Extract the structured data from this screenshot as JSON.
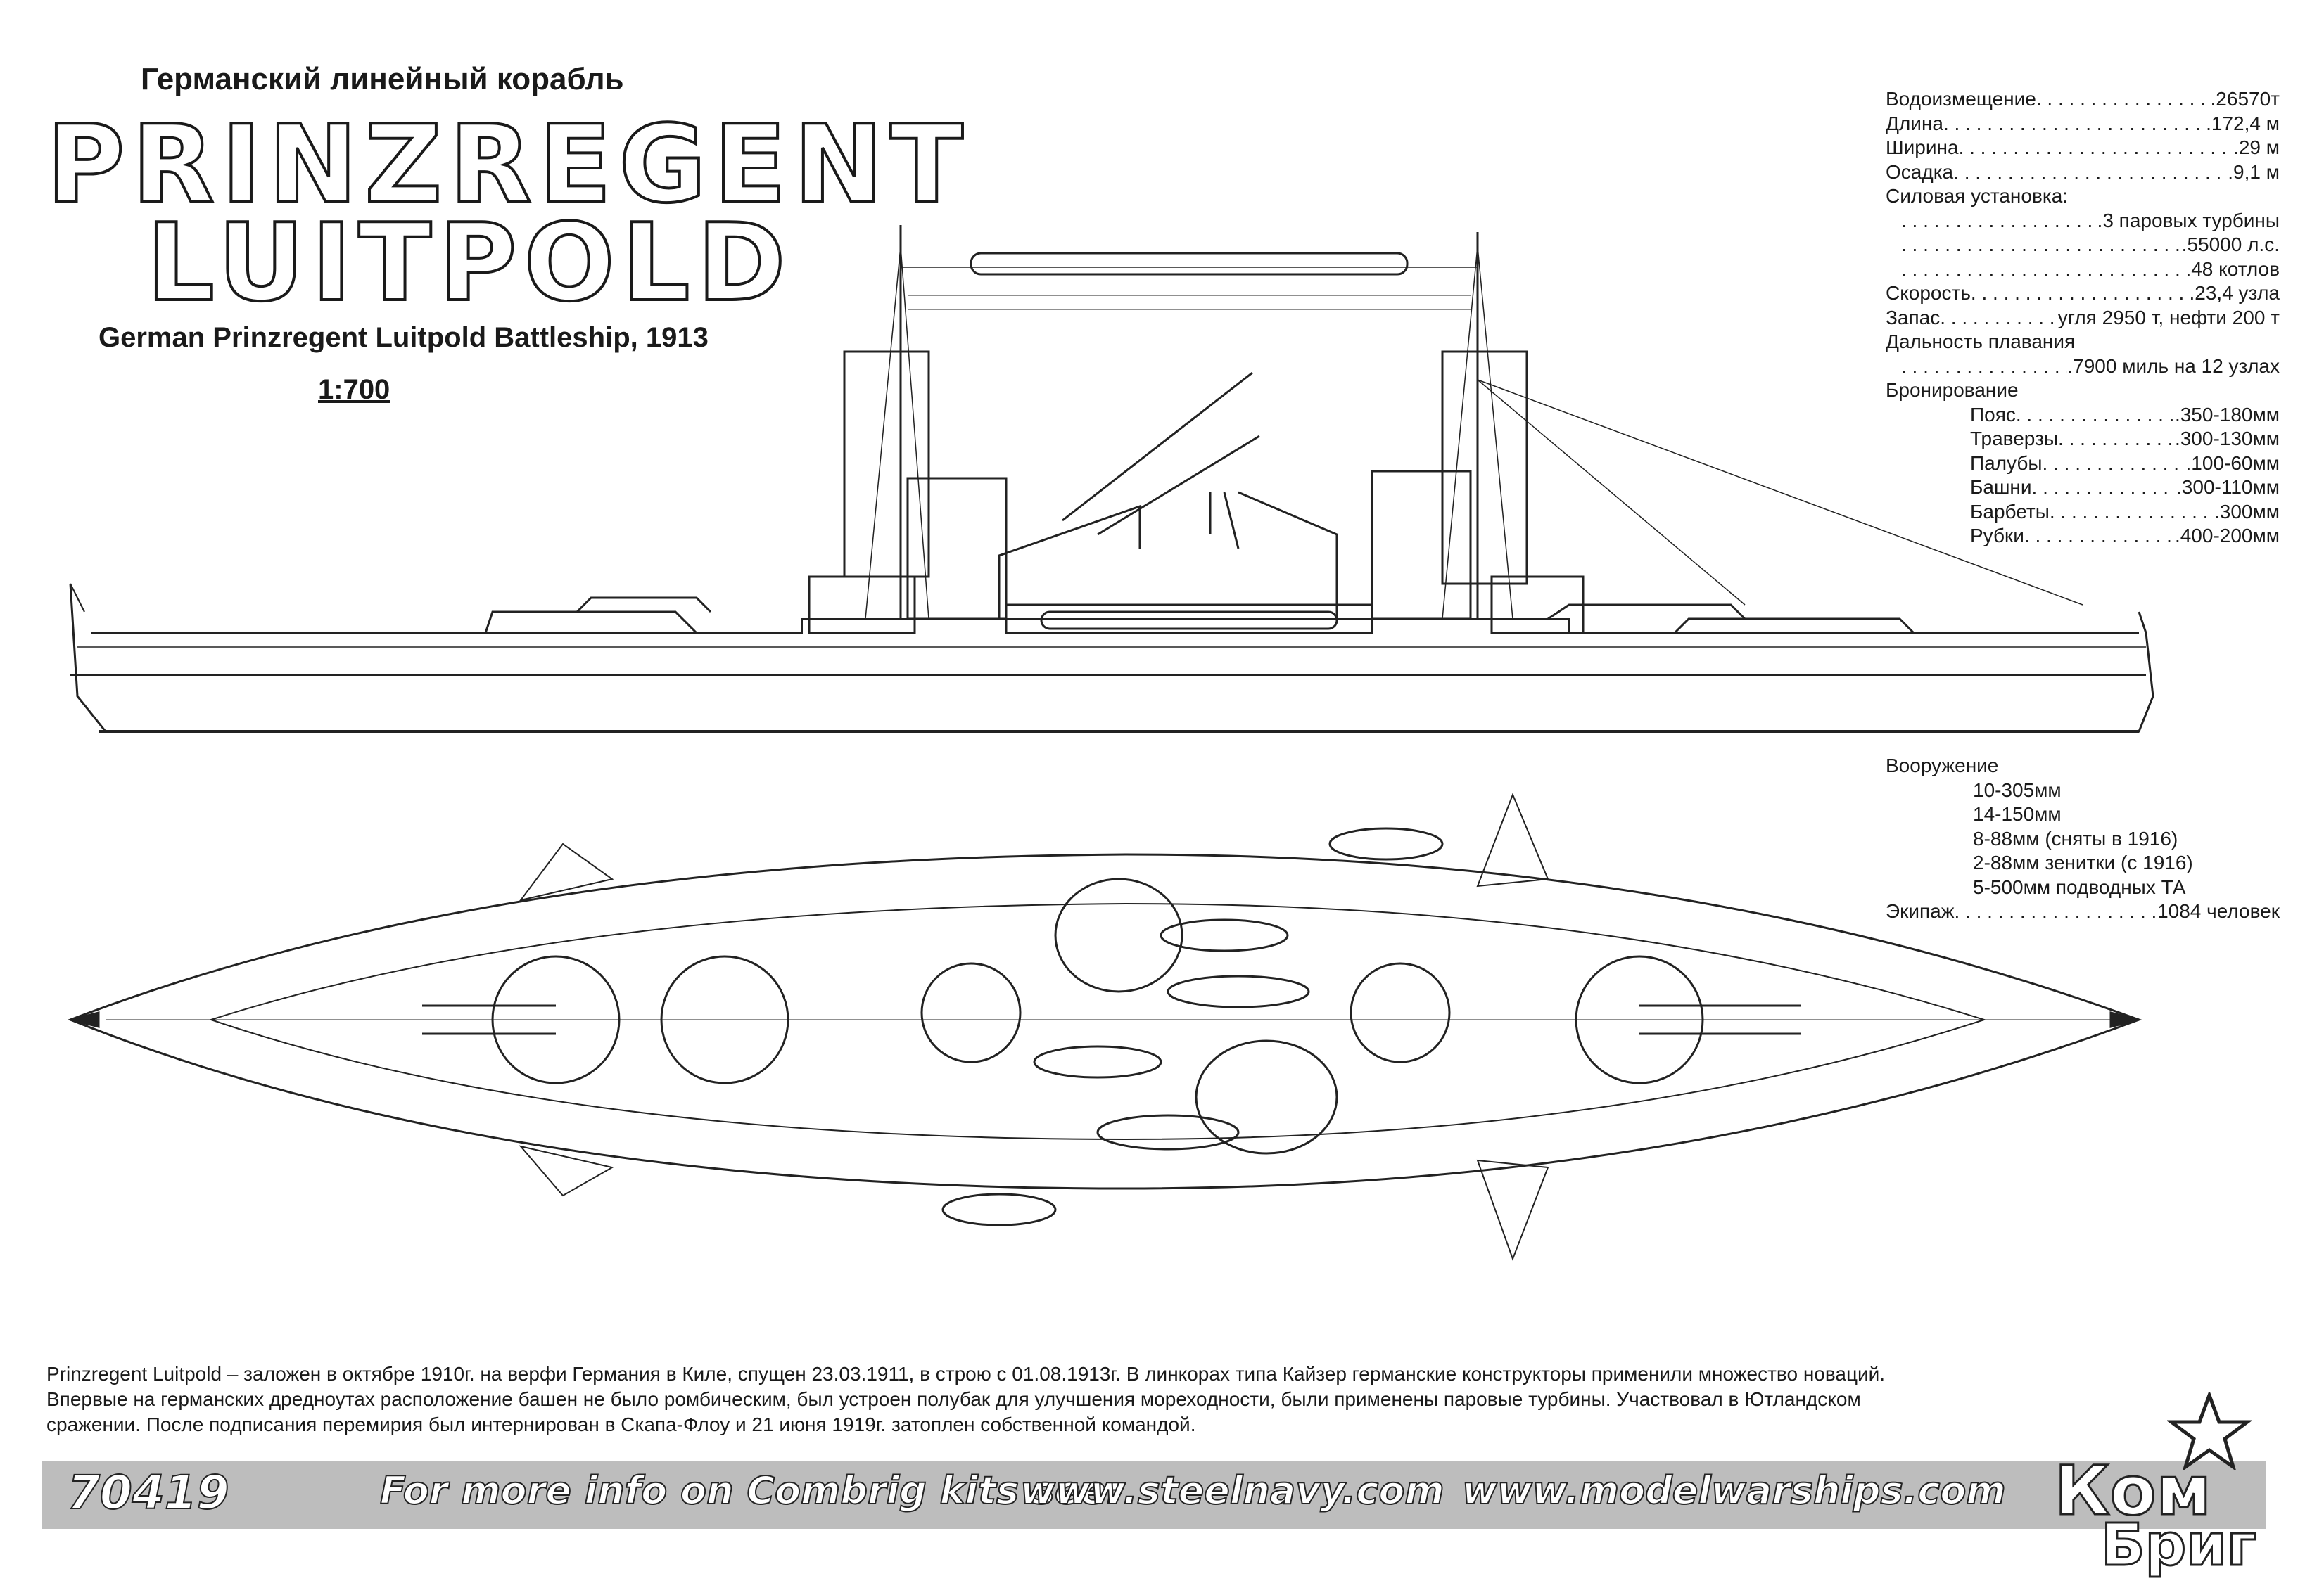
{
  "header": {
    "subtitle_ru": "Германский линейный корабль",
    "title_line1": "PRINZREGENT",
    "title_line2": "LUITPOLD",
    "subtitle_en": "German Prinzregent Luitpold Battleship, 1913",
    "scale": "1:700"
  },
  "specs": [
    {
      "label": "Водоизмещение",
      "value": ".26570т"
    },
    {
      "label": "Длина",
      "value": ".172,4 м"
    },
    {
      "label": "Ширина",
      "value": ".29 м"
    },
    {
      "label": "Осадка",
      "value": ".9,1 м"
    },
    {
      "label": "Силовая установка:",
      "value": ""
    },
    {
      "label": "",
      "value": ".3 паровых турбины"
    },
    {
      "label": "",
      "value": ".55000 л.с."
    },
    {
      "label": "",
      "value": ".48 котлов"
    },
    {
      "label": "Скорость",
      "value": ".23,4 узла"
    },
    {
      "label": "Запас",
      "value": "угля 2950 т, нефти 200 т"
    },
    {
      "label": "Дальность плавания",
      "value": ""
    },
    {
      "label": "",
      "value": ".7900 миль на 12 узлах"
    },
    {
      "label": "Бронирование",
      "value": ""
    },
    {
      "label": "Пояс",
      "value": ".350-180мм"
    },
    {
      "label": "Траверзы",
      "value": ".300-130мм"
    },
    {
      "label": "Палубы",
      "value": ".100-60мм"
    },
    {
      "label": "Башни",
      "value": ".300-110мм"
    },
    {
      "label": "Барбеты",
      "value": ".300мм"
    },
    {
      "label": "Рубки",
      "value": ".400-200мм"
    }
  ],
  "armament": {
    "heading": "Вооружение",
    "items": [
      "10-305мм",
      "14-150мм",
      "8-88мм (сняты в 1916)",
      "2-88мм зенитки (с 1916)",
      "5-500мм подводных ТА"
    ],
    "crew_label": "Экипаж",
    "crew_value": "1084 человек"
  },
  "description": [
    "Prinzregent Luitpold – заложен в октябре 1910г. на верфи Германия в Киле, спущен 23.03.1911, в строю с 01.08.1913г. В линкорах типа Кайзер германские конструкторы применили множество новаций.",
    "Впервые на германских дредноутах расположение башен не было ромбическим, был устроен полубак для улучшения мореходности, были применены паровые турбины. Участвовал в Ютландском",
    "сражении. После подписания перемирия был интернирован в Скапа-Флоу и 21 июня 1919г. затоплен собственной командой."
  ],
  "footer": {
    "kit_number": "70419",
    "more_info": "For more info on Combrig kits see:",
    "site1": "www.steelnavy.com",
    "site2": "www.modelwarships.com"
  },
  "logo": {
    "line1": "Ком",
    "line2": "Бриг",
    "emblem": "star-icon"
  }
}
